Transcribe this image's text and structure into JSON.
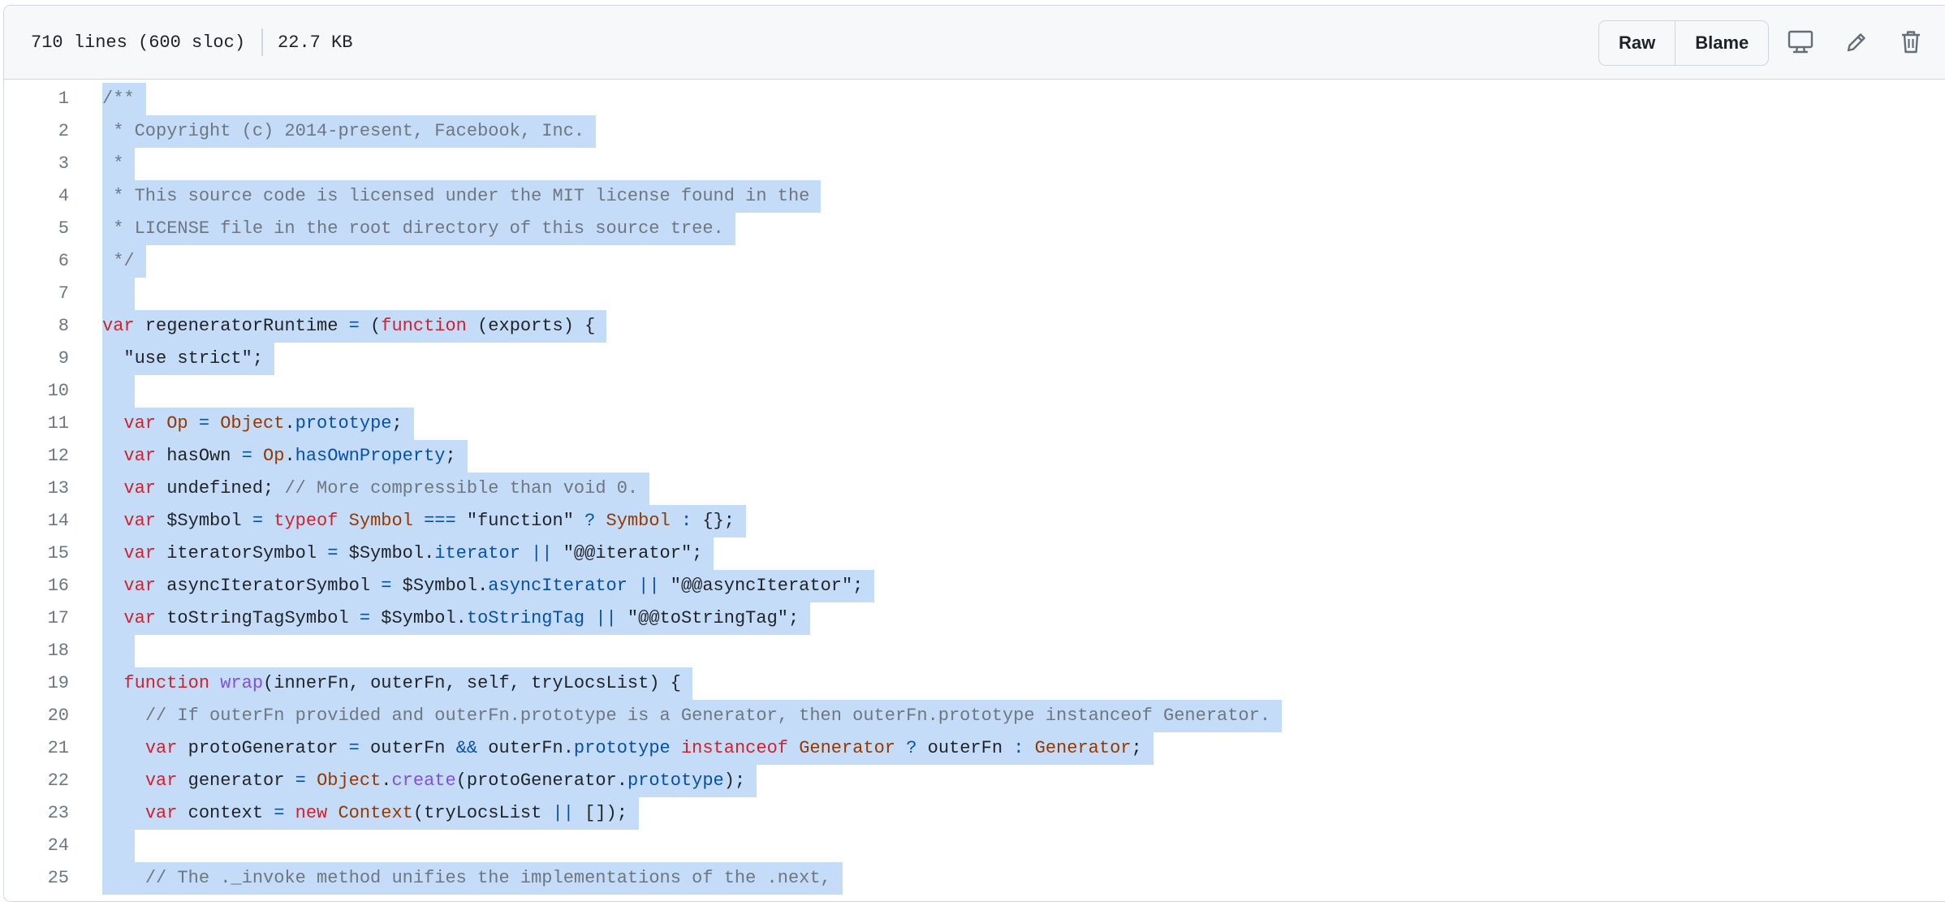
{
  "file_info": {
    "lines": "710 lines (600 sloc)",
    "size": "22.7 KB"
  },
  "toolbar": {
    "raw_label": "Raw",
    "blame_label": "Blame",
    "icons": [
      "desktop-icon",
      "pencil-icon",
      "trash-icon"
    ]
  },
  "colors": {
    "selection": "#c5dcf8",
    "comment": "#6e7781",
    "keyword": "#cf222e",
    "constant": "#953800",
    "property": "#0550ae",
    "function": "#8250df"
  },
  "code_lines": [
    {
      "n": "1",
      "tokens": [
        [
          "c",
          "/**"
        ]
      ]
    },
    {
      "n": "2",
      "tokens": [
        [
          "c",
          " * Copyright (c) 2014-present, Facebook, Inc."
        ]
      ]
    },
    {
      "n": "3",
      "tokens": [
        [
          "c",
          " *"
        ]
      ]
    },
    {
      "n": "4",
      "tokens": [
        [
          "c",
          " * This source code is licensed under the MIT license found in the"
        ]
      ]
    },
    {
      "n": "5",
      "tokens": [
        [
          "c",
          " * LICENSE file in the root directory of this source tree."
        ]
      ]
    },
    {
      "n": "6",
      "tokens": [
        [
          "c",
          " */"
        ]
      ]
    },
    {
      "n": "7",
      "tokens": [
        [
          "p",
          "  "
        ]
      ]
    },
    {
      "n": "8",
      "tokens": [
        [
          "k",
          "var"
        ],
        [
          "p",
          " regeneratorRuntime "
        ],
        [
          "o",
          "="
        ],
        [
          "p",
          " ("
        ],
        [
          "k",
          "function"
        ],
        [
          "p",
          " (exports) {"
        ]
      ]
    },
    {
      "n": "9",
      "tokens": [
        [
          "p",
          "  \"use strict\";"
        ]
      ]
    },
    {
      "n": "10",
      "tokens": [
        [
          "p",
          "  "
        ]
      ]
    },
    {
      "n": "11",
      "tokens": [
        [
          "p",
          "  "
        ],
        [
          "k",
          "var"
        ],
        [
          "p",
          " "
        ],
        [
          "x",
          "Op"
        ],
        [
          "p",
          " "
        ],
        [
          "o",
          "="
        ],
        [
          "p",
          " "
        ],
        [
          "x",
          "Object"
        ],
        [
          "p",
          "."
        ],
        [
          "r",
          "prototype"
        ],
        [
          "p",
          ";"
        ]
      ]
    },
    {
      "n": "12",
      "tokens": [
        [
          "p",
          "  "
        ],
        [
          "k",
          "var"
        ],
        [
          "p",
          " hasOwn "
        ],
        [
          "o",
          "="
        ],
        [
          "p",
          " "
        ],
        [
          "x",
          "Op"
        ],
        [
          "p",
          "."
        ],
        [
          "r",
          "hasOwnProperty"
        ],
        [
          "p",
          ";"
        ]
      ]
    },
    {
      "n": "13",
      "tokens": [
        [
          "p",
          "  "
        ],
        [
          "k",
          "var"
        ],
        [
          "p",
          " undefined; "
        ],
        [
          "c",
          "// More compressible than void 0."
        ]
      ]
    },
    {
      "n": "14",
      "tokens": [
        [
          "p",
          "  "
        ],
        [
          "k",
          "var"
        ],
        [
          "p",
          " $Symbol "
        ],
        [
          "o",
          "="
        ],
        [
          "p",
          " "
        ],
        [
          "k",
          "typeof"
        ],
        [
          "p",
          " "
        ],
        [
          "x",
          "Symbol"
        ],
        [
          "p",
          " "
        ],
        [
          "o",
          "==="
        ],
        [
          "p",
          " \"function\" "
        ],
        [
          "o",
          "?"
        ],
        [
          "p",
          " "
        ],
        [
          "x",
          "Symbol"
        ],
        [
          "p",
          " "
        ],
        [
          "o",
          ":"
        ],
        [
          "p",
          " {};"
        ]
      ]
    },
    {
      "n": "15",
      "tokens": [
        [
          "p",
          "  "
        ],
        [
          "k",
          "var"
        ],
        [
          "p",
          " iteratorSymbol "
        ],
        [
          "o",
          "="
        ],
        [
          "p",
          " $Symbol."
        ],
        [
          "r",
          "iterator"
        ],
        [
          "p",
          " "
        ],
        [
          "o",
          "||"
        ],
        [
          "p",
          " \"@@iterator\";"
        ]
      ]
    },
    {
      "n": "16",
      "tokens": [
        [
          "p",
          "  "
        ],
        [
          "k",
          "var"
        ],
        [
          "p",
          " asyncIteratorSymbol "
        ],
        [
          "o",
          "="
        ],
        [
          "p",
          " $Symbol."
        ],
        [
          "r",
          "asyncIterator"
        ],
        [
          "p",
          " "
        ],
        [
          "o",
          "||"
        ],
        [
          "p",
          " \"@@asyncIterator\";"
        ]
      ]
    },
    {
      "n": "17",
      "tokens": [
        [
          "p",
          "  "
        ],
        [
          "k",
          "var"
        ],
        [
          "p",
          " toStringTagSymbol "
        ],
        [
          "o",
          "="
        ],
        [
          "p",
          " $Symbol."
        ],
        [
          "r",
          "toStringTag"
        ],
        [
          "p",
          " "
        ],
        [
          "o",
          "||"
        ],
        [
          "p",
          " \"@@toStringTag\";"
        ]
      ]
    },
    {
      "n": "18",
      "tokens": [
        [
          "p",
          "  "
        ]
      ]
    },
    {
      "n": "19",
      "tokens": [
        [
          "p",
          "  "
        ],
        [
          "k",
          "function"
        ],
        [
          "p",
          " "
        ],
        [
          "f",
          "wrap"
        ],
        [
          "p",
          "(innerFn, outerFn, self, tryLocsList) {"
        ]
      ]
    },
    {
      "n": "20",
      "tokens": [
        [
          "p",
          "    "
        ],
        [
          "c",
          "// If outerFn provided and outerFn.prototype is a Generator, then outerFn.prototype instanceof Generator."
        ]
      ]
    },
    {
      "n": "21",
      "tokens": [
        [
          "p",
          "    "
        ],
        [
          "k",
          "var"
        ],
        [
          "p",
          " protoGenerator "
        ],
        [
          "o",
          "="
        ],
        [
          "p",
          " outerFn "
        ],
        [
          "o",
          "&&"
        ],
        [
          "p",
          " outerFn."
        ],
        [
          "r",
          "prototype"
        ],
        [
          "p",
          " "
        ],
        [
          "k",
          "instanceof"
        ],
        [
          "p",
          " "
        ],
        [
          "x",
          "Generator"
        ],
        [
          "p",
          " "
        ],
        [
          "o",
          "?"
        ],
        [
          "p",
          " outerFn "
        ],
        [
          "o",
          ":"
        ],
        [
          "p",
          " "
        ],
        [
          "x",
          "Generator"
        ],
        [
          "p",
          ";"
        ]
      ]
    },
    {
      "n": "22",
      "tokens": [
        [
          "p",
          "    "
        ],
        [
          "k",
          "var"
        ],
        [
          "p",
          " generator "
        ],
        [
          "o",
          "="
        ],
        [
          "p",
          " "
        ],
        [
          "x",
          "Object"
        ],
        [
          "p",
          "."
        ],
        [
          "f",
          "create"
        ],
        [
          "p",
          "(protoGenerator."
        ],
        [
          "r",
          "prototype"
        ],
        [
          "p",
          ");"
        ]
      ]
    },
    {
      "n": "23",
      "tokens": [
        [
          "p",
          "    "
        ],
        [
          "k",
          "var"
        ],
        [
          "p",
          " context "
        ],
        [
          "o",
          "="
        ],
        [
          "p",
          " "
        ],
        [
          "k",
          "new"
        ],
        [
          "p",
          " "
        ],
        [
          "x",
          "Context"
        ],
        [
          "p",
          "(tryLocsList "
        ],
        [
          "o",
          "||"
        ],
        [
          "p",
          " []);"
        ]
      ]
    },
    {
      "n": "24",
      "tokens": [
        [
          "p",
          "  "
        ]
      ]
    },
    {
      "n": "25",
      "tokens": [
        [
          "p",
          "    "
        ],
        [
          "c",
          "// The ._invoke method unifies the implementations of the .next,"
        ]
      ]
    }
  ]
}
